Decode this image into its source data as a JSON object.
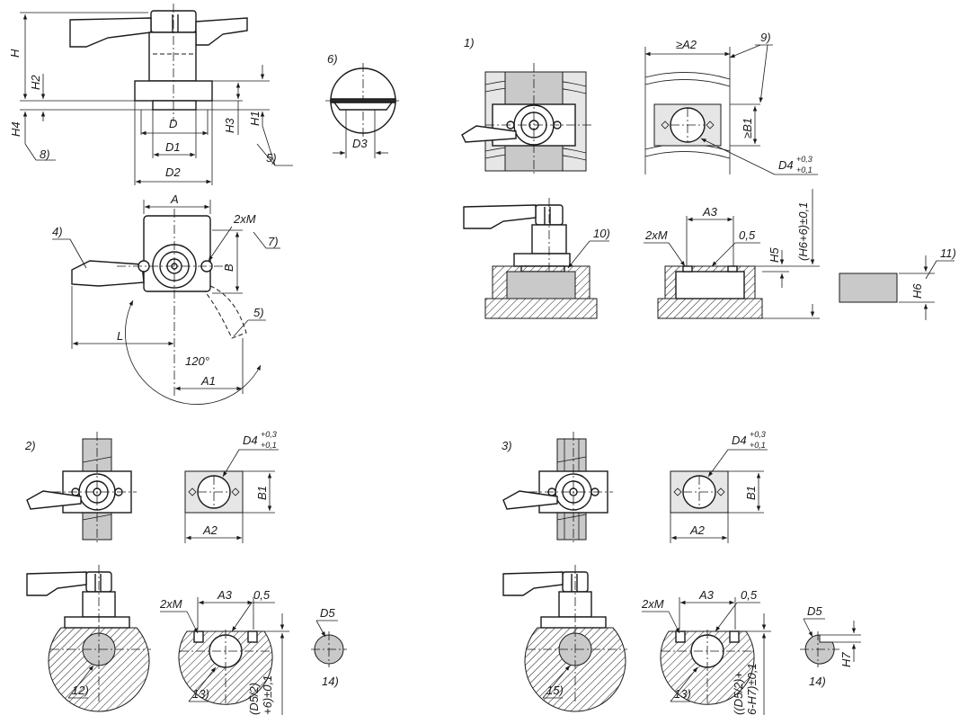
{
  "dimensions": {
    "H": "H",
    "H1": "H1",
    "H2": "H2",
    "H3": "H3",
    "H4": "H4",
    "H5": "H5",
    "H6": "H6",
    "H7": "H7",
    "D": "D",
    "D1": "D1",
    "D2": "D2",
    "D3": "D3",
    "D4": "D4",
    "D5": "D5",
    "A": "A",
    "A1": "A1",
    "A2": "A2",
    "A2_min": "≥A2",
    "A3": "A3",
    "B": "B",
    "B1": "B1",
    "B1_min": "≥B1",
    "L": "L",
    "M2": "2xM",
    "angle": "120°",
    "gap": "0,5",
    "tol_upper": "+0,3",
    "tol_lower": "+0,1",
    "depth1": "(H6+6)±0,1",
    "depth2a": "(D5/2)",
    "depth2b": "+6)±0,1",
    "depth3a": "((D5/2)+",
    "depth3b": "6-H7)±0,1"
  },
  "notes": {
    "n1": "1)",
    "n2": "2)",
    "n3": "3)",
    "n4": "4)",
    "n5": "5)",
    "n6": "6)",
    "n7": "7)",
    "n8": "8)",
    "n9": "9)",
    "n10": "10)",
    "n11": "11)",
    "n12": "12)",
    "n13": "13)",
    "n14": "14)",
    "n15": "15)"
  }
}
